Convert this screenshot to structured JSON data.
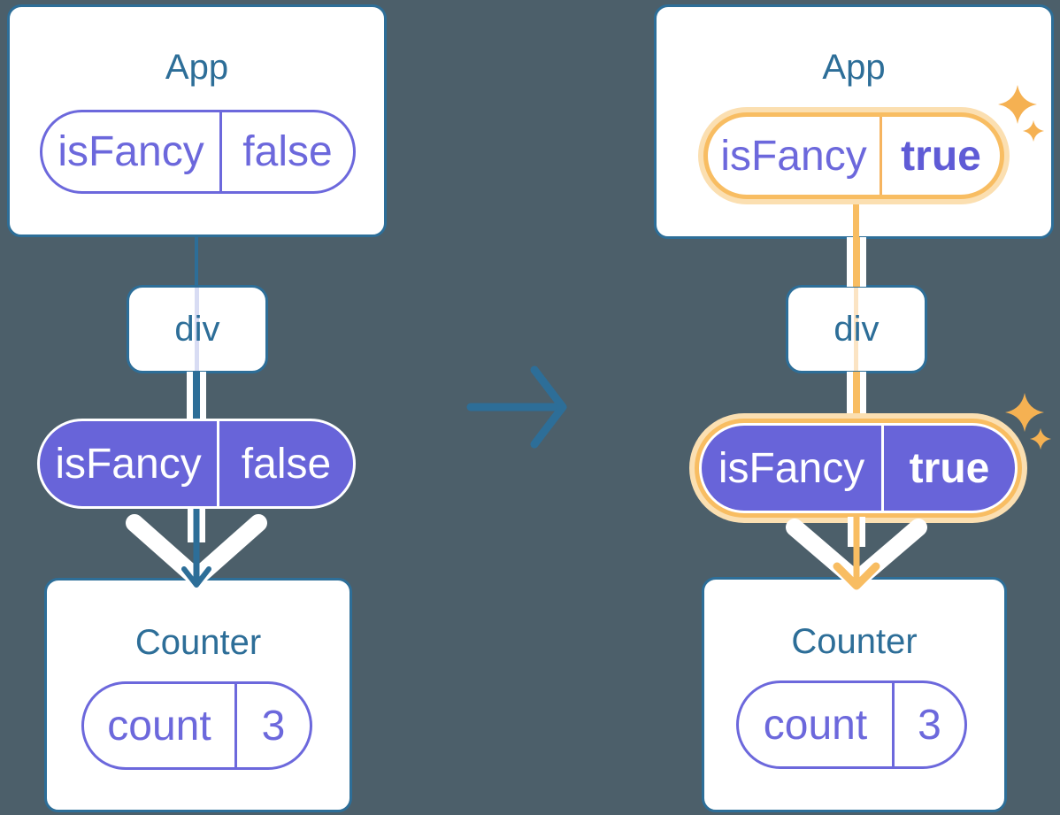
{
  "palette": {
    "background": "#4C5F6A",
    "card_fill": "#FFFFFF",
    "blue_accent": "#2D6E98",
    "purple_fill": "#6864D9",
    "purple_text": "#6C68DC",
    "purple_bold_text": "#5F5BD6",
    "orange_highlight": "#F8BD62",
    "orange_deep": "#F5B152",
    "orange_halo": "#FBDFB1",
    "lavender_thru_line": "#D8DCF3",
    "pale_orange_thru_line": "#FBE4C4",
    "white": "#FFFFFF"
  },
  "left": {
    "app_card": {
      "title": "App",
      "prop_pill": {
        "label": "isFancy",
        "value": "false"
      }
    },
    "div_box": {
      "label": "div"
    },
    "context_pill": {
      "label": "isFancy",
      "value": "false"
    },
    "counter_card": {
      "title": "Counter",
      "state_pill": {
        "label": "count",
        "value": "3"
      }
    }
  },
  "right": {
    "app_card": {
      "title": "App",
      "prop_pill": {
        "label": "isFancy",
        "value": "true"
      }
    },
    "div_box": {
      "label": "div"
    },
    "context_pill": {
      "label": "isFancy",
      "value": "true"
    },
    "counter_card": {
      "title": "Counter",
      "state_pill": {
        "label": "count",
        "value": "3"
      }
    }
  }
}
